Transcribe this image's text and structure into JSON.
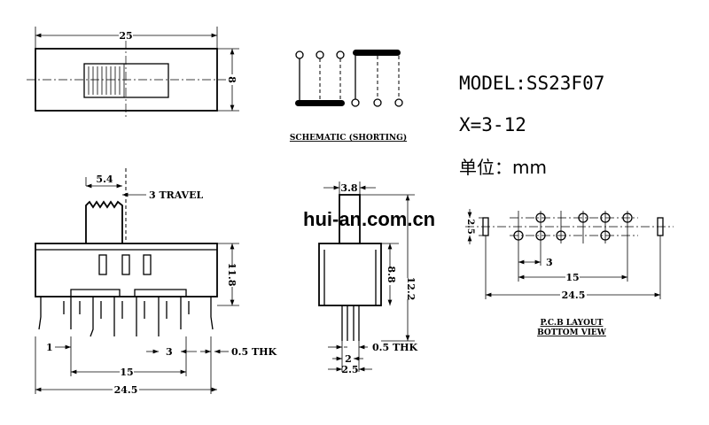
{
  "specs": {
    "model": "MODEL:SS23F07",
    "x_range": "X=3-12",
    "unit": "单位：mm"
  },
  "watermark": "hui-an.com.cn",
  "top_view": {
    "width": "25",
    "height": "8"
  },
  "schematic": {
    "caption": "SCHEMATIC (SHORTING)"
  },
  "side_view": {
    "actuator_width": "5.4",
    "travel": "3 TRAVEL",
    "height": "11.8",
    "pin_width": "1",
    "pin_span": "15",
    "pin_pitch": "3",
    "thickness": "0.5 THK",
    "length": "24.5"
  },
  "front_view": {
    "actuator_width": "3.8",
    "body_height": "8.8",
    "total_height": "12.2",
    "pin_spacing": "2",
    "width": "2.5",
    "thickness": "0.5 THK"
  },
  "pcb_layout": {
    "row_spacing": "2.5",
    "pitch": "3",
    "span": "15",
    "length": "24.5",
    "caption_1": "P.C.B LAYOUT",
    "caption_2": "BOTTOM VIEW"
  }
}
